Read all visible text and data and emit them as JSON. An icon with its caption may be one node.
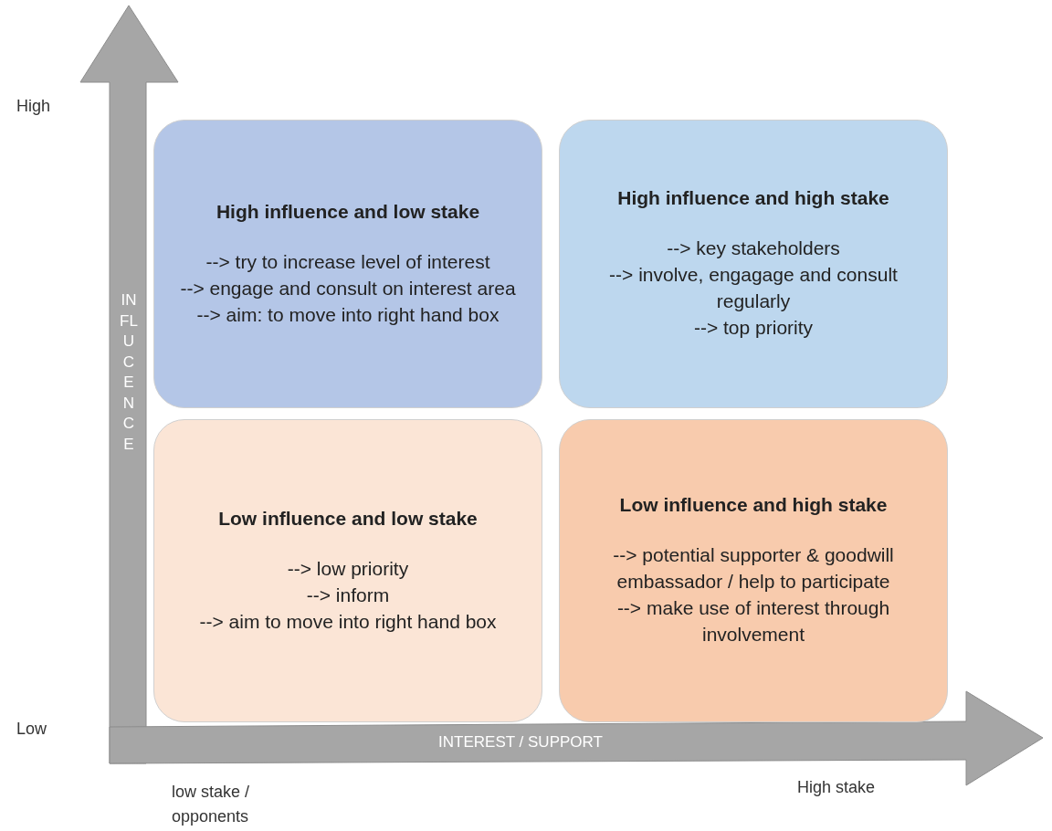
{
  "diagram": {
    "nodes": [
      {
        "text": [
          "High influence and low stake",
          "--> try to increase level of interest",
          "--> engage and consult on interest area",
          "--> aim: to move into right hand box"
        ]
      },
      {
        "text": [
          "High influence and high stake",
          "--> key stakeholders",
          "--> involve, engagage and consult regularly",
          "--> top priority"
        ]
      },
      {
        "text": [
          "Low influence and low stake",
          "--> low priority",
          "--> inform",
          "--> aim to move into right hand box"
        ]
      },
      {
        "text": [
          "Low influence and high stake",
          "--> potential supporter & goodwill embassador / help to participate",
          "--> make use of interest through involvement"
        ]
      }
    ],
    "edges": [],
    "labels": [
      "High",
      "INFLUCENCE",
      "Low",
      "INTEREST / SUPPORT",
      "low stake / opponents",
      "High stake"
    ]
  }
}
